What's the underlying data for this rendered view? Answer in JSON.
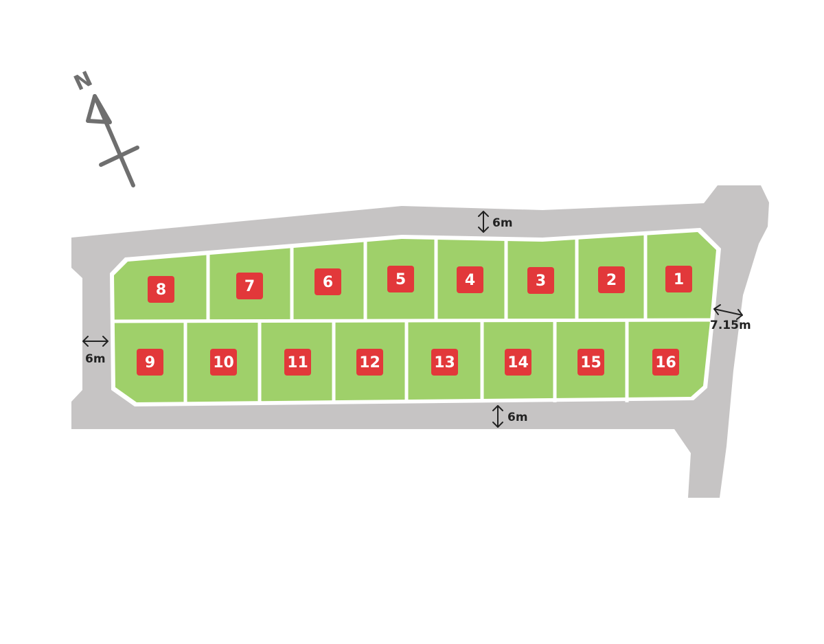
{
  "north_arrow": {
    "letter": "N",
    "icon": "north-arrow-icon"
  },
  "roads": {
    "north_width": "6m",
    "south_width": "6m",
    "west_width": "6m",
    "east_width": "7.15m"
  },
  "lots": {
    "top_row": [
      "8",
      "7",
      "6",
      "5",
      "4",
      "3",
      "2",
      "1"
    ],
    "bottom_row": [
      "9",
      "10",
      "11",
      "12",
      "13",
      "14",
      "15",
      "16"
    ]
  },
  "colors": {
    "road": "#c6c4c4",
    "lot_fill": "#9fd06a",
    "lot_border": "#ffffff",
    "badge": "#e2383a",
    "badge_text": "#ffffff",
    "label_text": "#222222",
    "north_arrow": "#6f6f6f"
  }
}
